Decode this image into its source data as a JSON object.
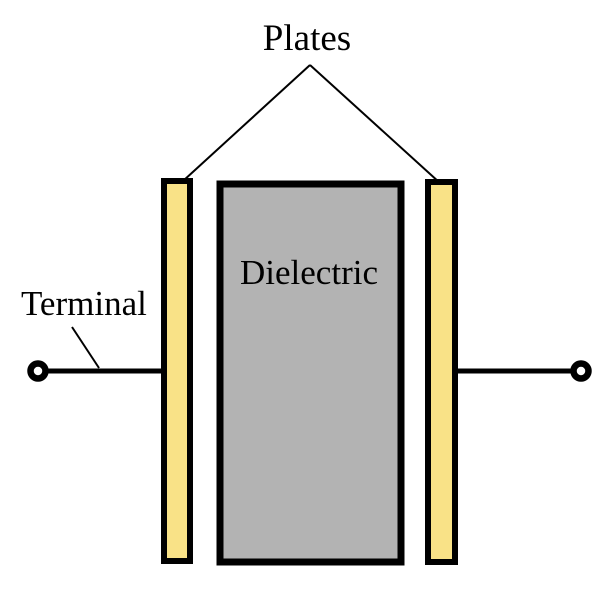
{
  "figure": {
    "type": "capacitor-construction-diagram",
    "labels": {
      "plates": "Plates",
      "terminal": "Terminal",
      "dielectric": "Dielectric"
    },
    "colors": {
      "plate_fill": "#F9E287",
      "dielectric_fill": "#B3B3B3",
      "outline": "#000000",
      "terminal_node_fill": "#FFFFFF",
      "background": "#FFFFFF"
    }
  }
}
